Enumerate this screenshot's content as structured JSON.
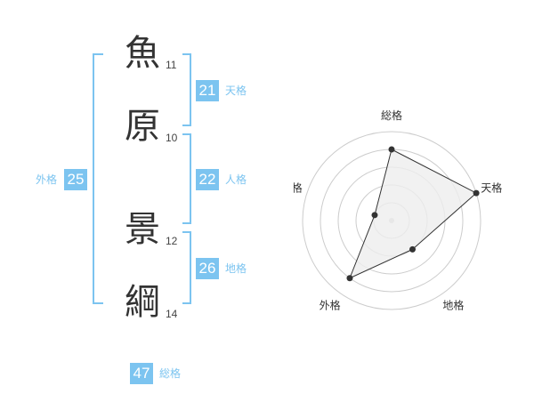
{
  "name": {
    "chars": [
      {
        "char": "魚",
        "strokes": "11"
      },
      {
        "char": "原",
        "strokes": "10"
      },
      {
        "char": "景",
        "strokes": "12"
      },
      {
        "char": "綱",
        "strokes": "14"
      }
    ]
  },
  "kakusu": {
    "tenkaku": {
      "value": "21",
      "label": "天格"
    },
    "jinkaku": {
      "value": "22",
      "label": "人格"
    },
    "chikaku": {
      "value": "26",
      "label": "地格"
    },
    "gaikaku": {
      "value": "25",
      "label": "外格"
    },
    "soukaku": {
      "value": "47",
      "label": "総格"
    }
  },
  "colors": {
    "badge": "#7cc4f0",
    "badge_label": "#7cc4f0",
    "radar_fill": "#eeeeee",
    "radar_line": "#333333",
    "grid": "#cccccc"
  },
  "chart_data": {
    "type": "radar",
    "axes": [
      "総格",
      "天格",
      "地格",
      "外格",
      "人格"
    ],
    "values": [
      4,
      5,
      2,
      4,
      1
    ],
    "max": 5
  }
}
